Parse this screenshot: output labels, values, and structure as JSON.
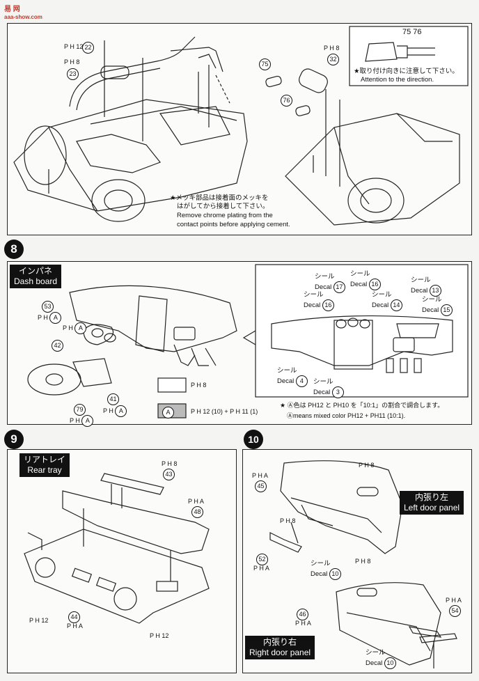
{
  "header_logo": {
    "text": "易 网",
    "sub": "aaa-show.com"
  },
  "step7": {
    "parts": {
      "p22": "22",
      "p23": "23",
      "p32": "32",
      "p75": "75",
      "p76": "76",
      "p7576": "75 76"
    },
    "paint_labels": {
      "pH12": "P H 12",
      "pH8a": "P H 8",
      "pH8b": "P H 8"
    },
    "note_jp": "★取り付け向きに注意して下さい。",
    "note_en": "Attention to the direction.",
    "chrome_jp_1": "★メッキ部品は接着面のメッキを",
    "chrome_jp_2": "はがしてから接着して下さい。",
    "chrome_en_1": "Remove chrome plating from the",
    "chrome_en_2": "contact points before applying cement."
  },
  "step8": {
    "number": "8",
    "title_jp": "インパネ",
    "title_en": "Dash board",
    "parts": {
      "p53": "53",
      "p42": "42",
      "p79": "79",
      "p41": "41"
    },
    "decals": [
      {
        "jp": "シール",
        "en": "Decal",
        "num": "17"
      },
      {
        "jp": "シール",
        "en": "Decal",
        "num": "16"
      },
      {
        "jp": "シール",
        "en": "Decal",
        "num": "13"
      },
      {
        "jp": "シール",
        "en": "Decal",
        "num": "16"
      },
      {
        "jp": "シール",
        "en": "Decal",
        "num": "14"
      },
      {
        "jp": "シール",
        "en": "Decal",
        "num": "15"
      },
      {
        "jp": "シール",
        "en": "Decal",
        "num": "4"
      },
      {
        "jp": "シール",
        "en": "Decal",
        "num": "3"
      }
    ],
    "legend_plain": "P H 8",
    "legend_mix_key": "A",
    "legend_mix": "P H 12 (10) + P H 11 (1)",
    "mix_note_jp": "★ Ⓐ色は PH12 と PH10 を「10:1」の割合で調合します。",
    "mix_note_en": "Ⓐmeans mixed color PH12 + PH11 (10:1)."
  },
  "step9": {
    "number": "9",
    "title_jp": "リアトレイ",
    "title_en": "Rear tray",
    "parts": {
      "p43": "43",
      "p48": "48",
      "p44": "44"
    },
    "paint": {
      "a": "P H 8",
      "b": "P H A",
      "c": "P H 12",
      "d": "P H A",
      "e": "P H 12"
    }
  },
  "step10": {
    "number": "10",
    "left_jp": "内張り左",
    "left_en": "Left door panel",
    "right_jp": "内張り右",
    "right_en": "Right door panel",
    "parts": {
      "p45": "45",
      "p52": "52",
      "p46": "46",
      "p54": "54"
    },
    "decal_jp": "シール",
    "decal_en": "Decal",
    "decal_num": "10",
    "paint": {
      "a": "P H 8",
      "b": "P H A",
      "c": "P H 8",
      "d": "P H A",
      "e": "P H 8",
      "f": "P H A",
      "g": "P H A"
    }
  }
}
